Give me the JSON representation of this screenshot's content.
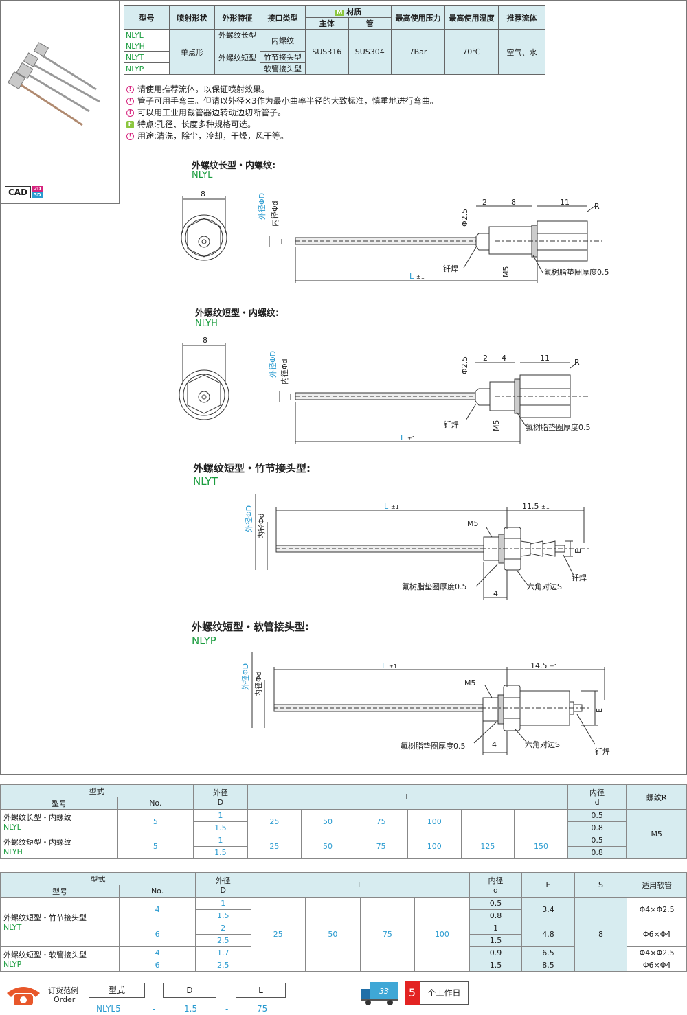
{
  "spec_table": {
    "headers": [
      "型号",
      "喷射形状",
      "外形特征",
      "接口类型",
      "材质",
      "最高使用压力",
      "最高使用温度",
      "推荐流体"
    ],
    "material_badge": "M",
    "material_sub": [
      "主体",
      "管"
    ],
    "models": [
      "NLYL",
      "NLYH",
      "NLYT",
      "NLYP"
    ],
    "spray_shape": "单点形",
    "features": [
      "外螺纹长型",
      "外螺纹短型"
    ],
    "interfaces": [
      "内螺纹",
      "竹节接头型",
      "软管接头型"
    ],
    "body_material": "SUS316",
    "pipe_material": "SUS304",
    "max_pressure": "7Bar",
    "max_temp": "70℃",
    "fluid": "空气、水"
  },
  "notes": [
    {
      "icon": "!",
      "text": "请使用推荐流体，以保证喷射效果。"
    },
    {
      "icon": "!",
      "text": "管子可用手弯曲。但请以外径×3作为最小曲率半径的大致标准，慎重地进行弯曲。"
    },
    {
      "icon": "!",
      "text": "可以用工业用截管器边转动边切断管子。"
    },
    {
      "icon": "F",
      "text": "特点:孔径、长度多种规格可选。"
    },
    {
      "icon": "!",
      "text": "用途:清洗，除尘，冷却，干燥，风干等。"
    }
  ],
  "cad": {
    "label": "CAD",
    "d2": "2D",
    "d3": "3D"
  },
  "sections": [
    {
      "title": "外螺纹长型・内螺纹:",
      "code": "NLYL"
    },
    {
      "title": "外螺纹短型・内螺纹:",
      "code": "NLYH"
    },
    {
      "title": "外螺纹短型・竹节接头型:",
      "code": "NLYT"
    },
    {
      "title": "外螺纹短型・软管接头型:",
      "code": "NLYP"
    }
  ],
  "dims": {
    "od": "外径ΦD",
    "id": "内径Φd",
    "hex": "8",
    "phi25": "Φ2.5",
    "two": "2",
    "eight": "8",
    "four": "4",
    "eleven": "11",
    "r": "R",
    "weld": "钎焊",
    "m5": "M5",
    "gasket": "氟树脂垫圈厚度0.5",
    "l": "L",
    "tol": "±1",
    "l115": "11.5",
    "l145": "14.5",
    "e": "E",
    "hex_s": "六角对边S"
  },
  "table1": {
    "h_type": "型式",
    "h_model": "型号",
    "h_no": "No.",
    "h_od": "外径",
    "h_od2": "D",
    "h_l": "L",
    "h_id": "内径",
    "h_id2": "d",
    "h_thread": "螺纹R",
    "rows": [
      {
        "name": "外螺纹长型・内螺纹",
        "code": "NLYL",
        "no": "5",
        "d": [
          "1",
          "1.5"
        ],
        "l": [
          "25",
          "50",
          "75",
          "100",
          "",
          ""
        ],
        "id": [
          "0.5",
          "0.8"
        ]
      },
      {
        "name": "外螺纹短型・内螺纹",
        "code": "NLYH",
        "no": "5",
        "d": [
          "1",
          "1.5"
        ],
        "l": [
          "25",
          "50",
          "75",
          "100",
          "125",
          "150"
        ],
        "id": [
          "0.5",
          "0.8"
        ]
      }
    ],
    "thread": "M5"
  },
  "table2": {
    "h_type": "型式",
    "h_model": "型号",
    "h_no": "No.",
    "h_od": "外径",
    "h_od2": "D",
    "h_l": "L",
    "h_id": "内径",
    "h_id2": "d",
    "h_e": "E",
    "h_s": "S",
    "h_hose": "适用软管",
    "name_t": "外螺纹短型・竹节接头型",
    "code_t": "NLYT",
    "name_p": "外螺纹短型・软管接头型",
    "code_p": "NLYP",
    "l": [
      "25",
      "50",
      "75",
      "100"
    ],
    "s": "8",
    "rows": [
      {
        "no": "4",
        "d": "1",
        "id": "0.5",
        "e": "3.4",
        "hose": "Φ4×Φ2.5"
      },
      {
        "no": "",
        "d": "1.5",
        "id": "0.8",
        "e": "",
        "hose": ""
      },
      {
        "no": "6",
        "d": "2",
        "id": "1",
        "e": "4.8",
        "hose": "Φ6×Φ4"
      },
      {
        "no": "",
        "d": "2.5",
        "id": "1.5",
        "e": "",
        "hose": ""
      },
      {
        "no": "4",
        "d": "1.7",
        "id": "0.9",
        "e": "6.5",
        "hose": "Φ4×Φ2.5"
      },
      {
        "no": "6",
        "d": "2.5",
        "id": "1.5",
        "e": "8.5",
        "hose": "Φ6×Φ4"
      }
    ]
  },
  "order": {
    "label": "订货范例",
    "label_en": "Order",
    "boxes": [
      "型式",
      "D",
      "L"
    ],
    "dash": "-",
    "example": [
      "NLYL5",
      "1.5",
      "75"
    ],
    "days": "5",
    "days_label": "个工作日",
    "truck_num": "33"
  }
}
